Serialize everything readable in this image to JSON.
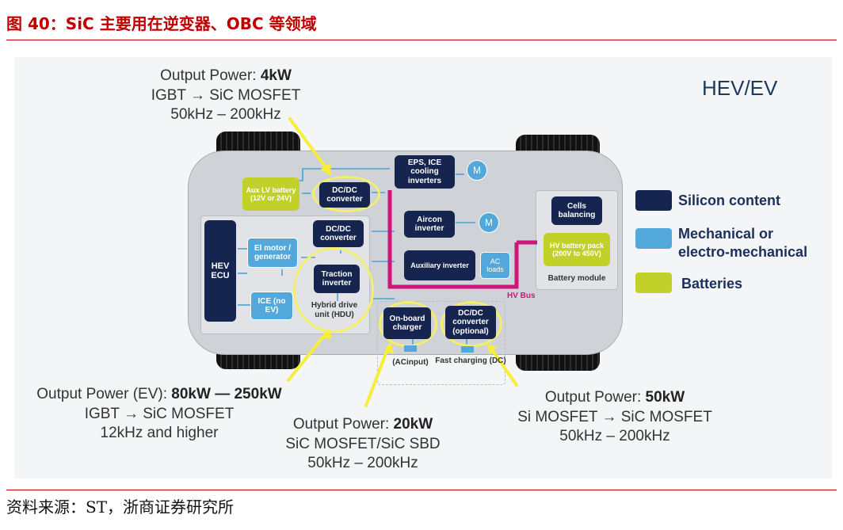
{
  "figure_title": "图 40：SiC 主要用在逆变器、OBC 等领域",
  "source": "资料来源：ST，浙商证券研究所",
  "diagram": {
    "corner_label": "HEV/EV",
    "blocks": {
      "aux_lv_battery": "Aux LV battery (12V or 24V)",
      "dcdc_top": "DC/DC converter",
      "eps_ice": "EPS, ICE cooling inverters",
      "dcdc_mid": "DC/DC converter",
      "aircon": "Aircon inverter",
      "auxiliary": "Auxiliary inverter",
      "ac_loads": "AC loads",
      "cells_balancing": "Cells balancing",
      "hv_battery": "HV battery pack (200V to 450V)",
      "battery_module": "Battery module",
      "hev_ecu": "HEV ECU",
      "el_motor": "El motor / generator",
      "traction": "Traction inverter",
      "ice": "ICE (no EV)",
      "hdu": "Hybrid drive unit (HDU)",
      "onboard": "On-board charger",
      "dcdc_opt": "DC/DC converter (optional)",
      "ac_input": "(ACinput)",
      "fast_charging": "Fast charging (DC)",
      "hv_bus": "HV Bus",
      "motor_symbol": "M"
    },
    "legend": [
      {
        "label": "Silicon content",
        "color": "#15254f"
      },
      {
        "label": "Mechanical or electro-mechanical",
        "color": "#52a8da"
      },
      {
        "label": "Batteries",
        "color": "#c2d12a"
      }
    ],
    "annotations": {
      "top": {
        "line1_prefix": "Output Power: ",
        "line1_value": "4kW",
        "line2": "IGBT → SiC MOSFET",
        "line3": "50kHz – 200kHz"
      },
      "left": {
        "line1_prefix": "Output Power (EV): ",
        "line1_value": "80kW — 250kW",
        "line2": "IGBT → SiC MOSFET",
        "line3": "12kHz and higher"
      },
      "middle": {
        "line1_prefix": "Output Power: ",
        "line1_value": "20kW",
        "line2": "SiC MOSFET/SiC SBD",
        "line3": "50kHz – 200kHz"
      },
      "right": {
        "line1_prefix": "Output Power: ",
        "line1_value": "50kW",
        "line2": "Si MOSFET → SiC MOSFET",
        "line3": "50kHz – 200kHz"
      }
    },
    "colors": {
      "silicon": "#15254f",
      "mechanical": "#52a8da",
      "battery": "#c2d12a",
      "hv_bus": "#d0157a",
      "highlight": "#f7ee3a"
    }
  }
}
